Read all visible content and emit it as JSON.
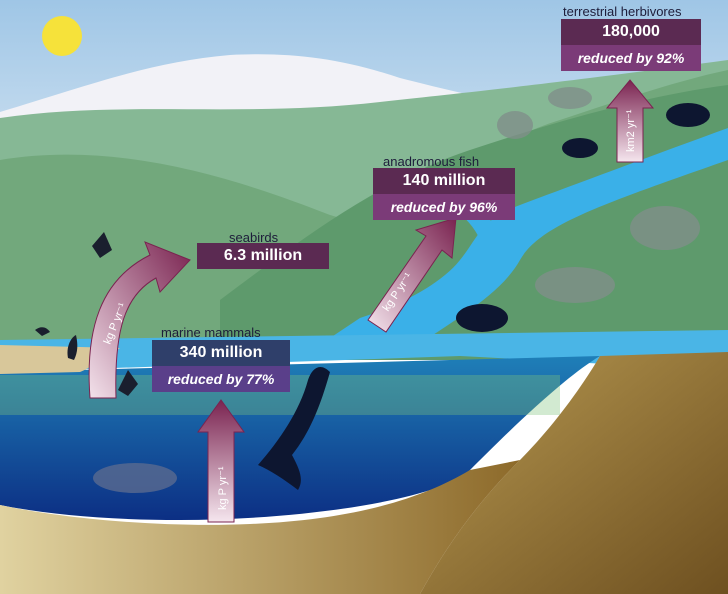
{
  "terrestrial": {
    "title": "terrestrial herbivores",
    "value": "180,000",
    "reduction": "reduced by 92%",
    "unit": "km2 yr⁻¹"
  },
  "fish": {
    "title": "anadromous fish",
    "value": "140 million",
    "reduction": "reduced by 96%",
    "unit": "kg P yr⁻¹"
  },
  "seabirds": {
    "title": "seabirds",
    "value": "6.3 million",
    "unit": "kg P yr⁻¹"
  },
  "marine": {
    "title": "marine mammals",
    "value": "340 million",
    "reduction": "reduced by 77%",
    "unit": "kg P yr⁻¹"
  },
  "colors": {
    "value_box": "#5b2a52",
    "reduction_box": "#7b3b78",
    "marine_value_box": "#2f3f6a",
    "marine_reduction_box": "#5a3f8a",
    "arrow_top": "#7a2350",
    "arrow_bottom": "#f5e6ee"
  }
}
